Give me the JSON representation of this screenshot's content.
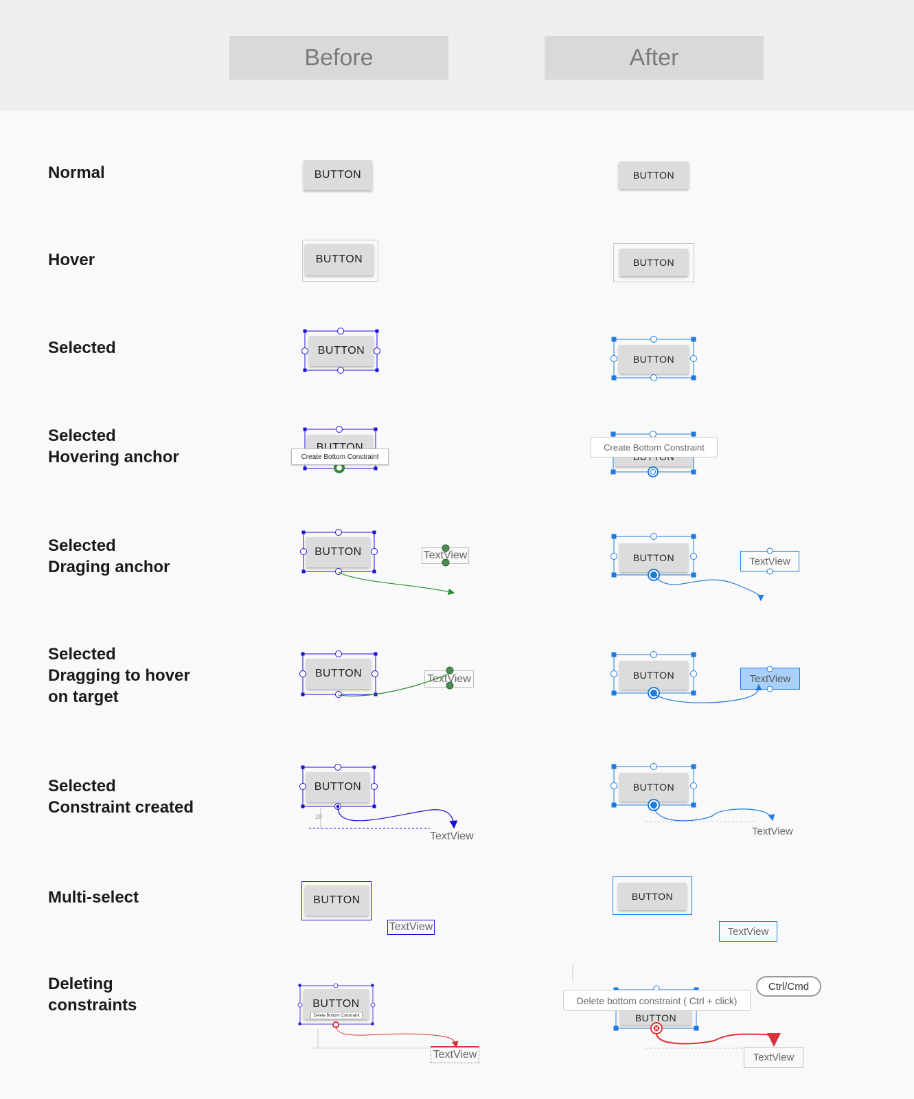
{
  "columns": {
    "before": "Before",
    "after": "After"
  },
  "rows": [
    {
      "label_lines": [
        "Normal"
      ]
    },
    {
      "label_lines": [
        "Hover"
      ]
    },
    {
      "label_lines": [
        "Selected"
      ]
    },
    {
      "label_lines": [
        "Selected",
        "Hovering anchor"
      ]
    },
    {
      "label_lines": [
        "Selected",
        "Draging anchor"
      ]
    },
    {
      "label_lines": [
        "Selected",
        "Dragging to hover",
        "on target"
      ]
    },
    {
      "label_lines": [
        "Selected",
        "Constraint created"
      ]
    },
    {
      "label_lines": [
        "Multi-select"
      ]
    },
    {
      "label_lines": [
        "Deleting",
        "constraints"
      ]
    }
  ],
  "widgets": {
    "button_label": "BUTTON",
    "textview_label": "TextView",
    "tooltip_create": "Create Bottom Constraint",
    "tooltip_delete_old": "Delete Bottom Constraint",
    "tooltip_delete_new": "Delete bottom constraint ( Ctrl + click)",
    "shortcut_badge": "Ctrl/Cmd",
    "margin_value": "28"
  },
  "colors": {
    "old_selection": "#1a0fd6",
    "new_selection": "#1d7ae0",
    "old_drag_green": "#2e8b2e",
    "anchor_green_fill": "#4f8a55",
    "delete_red": "#d9323b",
    "target_highlight": "#a8d0f8",
    "hover_frame": "#c8c8c8"
  }
}
